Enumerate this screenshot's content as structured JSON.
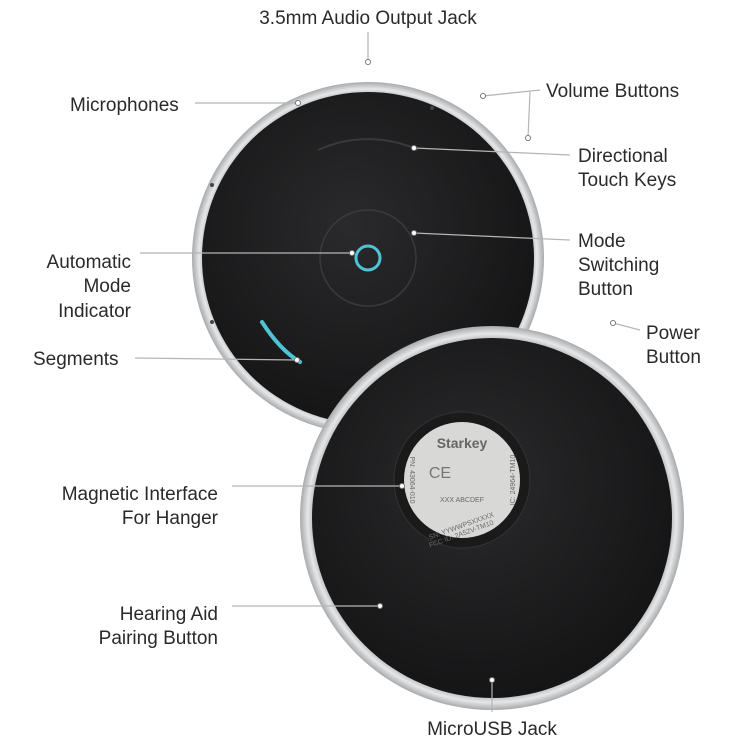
{
  "labels": {
    "audio_jack": "3.5mm Audio Output Jack",
    "microphones": "Microphones",
    "volume_buttons": "Volume Buttons",
    "directional_touch_keys": [
      "Directional",
      "Touch Keys"
    ],
    "automatic_mode_indicator": [
      "Automatic",
      "Mode",
      "Indicator"
    ],
    "mode_switching_button": [
      "Mode",
      "Switching",
      "Button"
    ],
    "segments": "Segments",
    "power_button": [
      "Power",
      "Button"
    ],
    "magnetic_interface": [
      "Magnetic Interface",
      "For Hanger"
    ],
    "pairing_button": [
      "Hearing Aid",
      "Pairing Button"
    ],
    "microusb_jack": "MicroUSB Jack"
  },
  "device_label": {
    "brand": "Starkey",
    "pn": "PN: 43064-010",
    "sn": "SN: YYWWPSXXXXX",
    "fcc": "FCC ID: 2A52V-TM10",
    "ic": "IC: 24964-TM10",
    "marking": "XXX ABCDEF"
  },
  "colors": {
    "body": "#1f1f21",
    "rim": "#c9cacc",
    "indicator": "#4fc3d6",
    "label_plate": "#d8d8d6"
  }
}
